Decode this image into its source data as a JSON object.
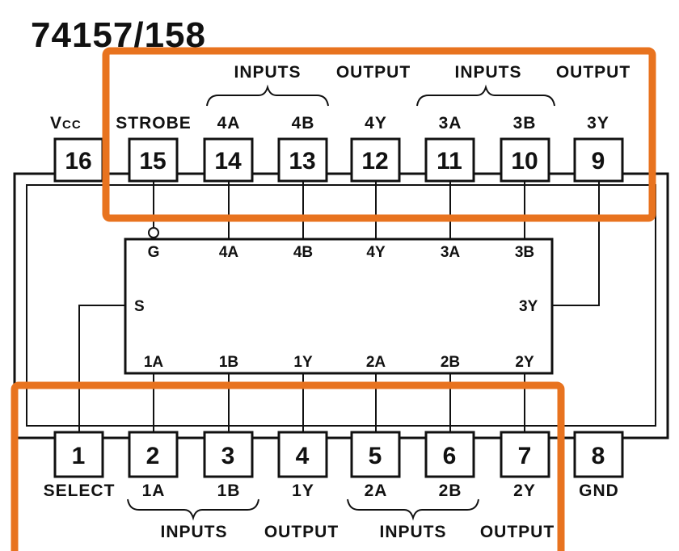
{
  "title": "74157/158",
  "top_row": {
    "supply_label_main": "V",
    "supply_label_sub": "CC",
    "pin_labels": [
      "STROBE",
      "4A",
      "4B",
      "4Y",
      "3A",
      "3B",
      "3Y"
    ],
    "group_labels": [
      "INPUTS",
      "OUTPUT",
      "INPUTS",
      "OUTPUT"
    ],
    "pins": [
      "16",
      "15",
      "14",
      "13",
      "12",
      "11",
      "10",
      "9"
    ]
  },
  "bottom_row": {
    "pins": [
      "1",
      "2",
      "3",
      "4",
      "5",
      "6",
      "7",
      "8"
    ],
    "pin_labels": [
      "SELECT",
      "1A",
      "1B",
      "1Y",
      "2A",
      "2B",
      "2Y",
      "GND"
    ],
    "group_labels": [
      "INPUTS",
      "OUTPUT",
      "INPUTS",
      "OUTPUT"
    ]
  },
  "internal": {
    "top_labels": [
      "G",
      "4A",
      "4B",
      "4Y",
      "3A",
      "3B"
    ],
    "bottom_labels": [
      "1A",
      "1B",
      "1Y",
      "2A",
      "2B",
      "2Y"
    ],
    "left_label": "S",
    "right_label": "3Y"
  },
  "highlight_color": "#E8731F"
}
